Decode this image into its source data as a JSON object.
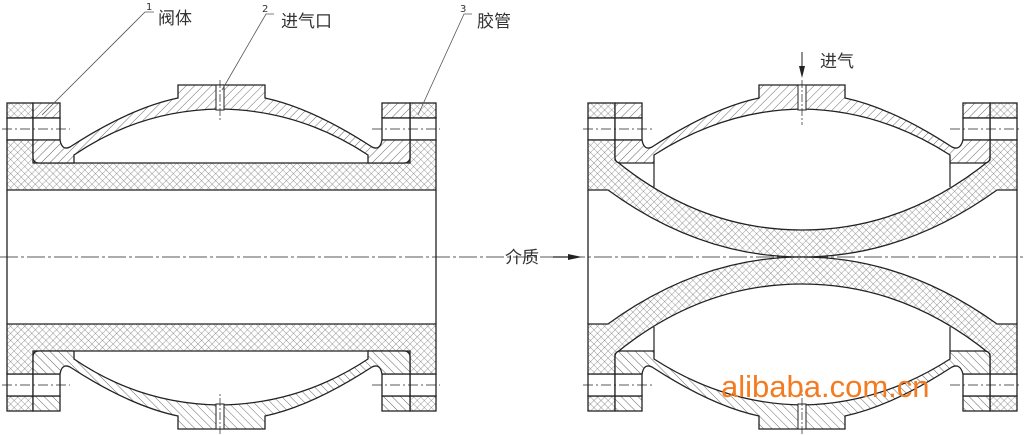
{
  "figure": {
    "callouts": [
      {
        "number": "1",
        "label": "阀体"
      },
      {
        "number": "2",
        "label": "进气口"
      },
      {
        "number": "3",
        "label": "胶管"
      }
    ],
    "air_inlet_label": "进气",
    "medium_label": "介质",
    "watermark": "alibaba.com.cn"
  },
  "colors": {
    "line": "#222222",
    "watermark": "#f47b20"
  }
}
